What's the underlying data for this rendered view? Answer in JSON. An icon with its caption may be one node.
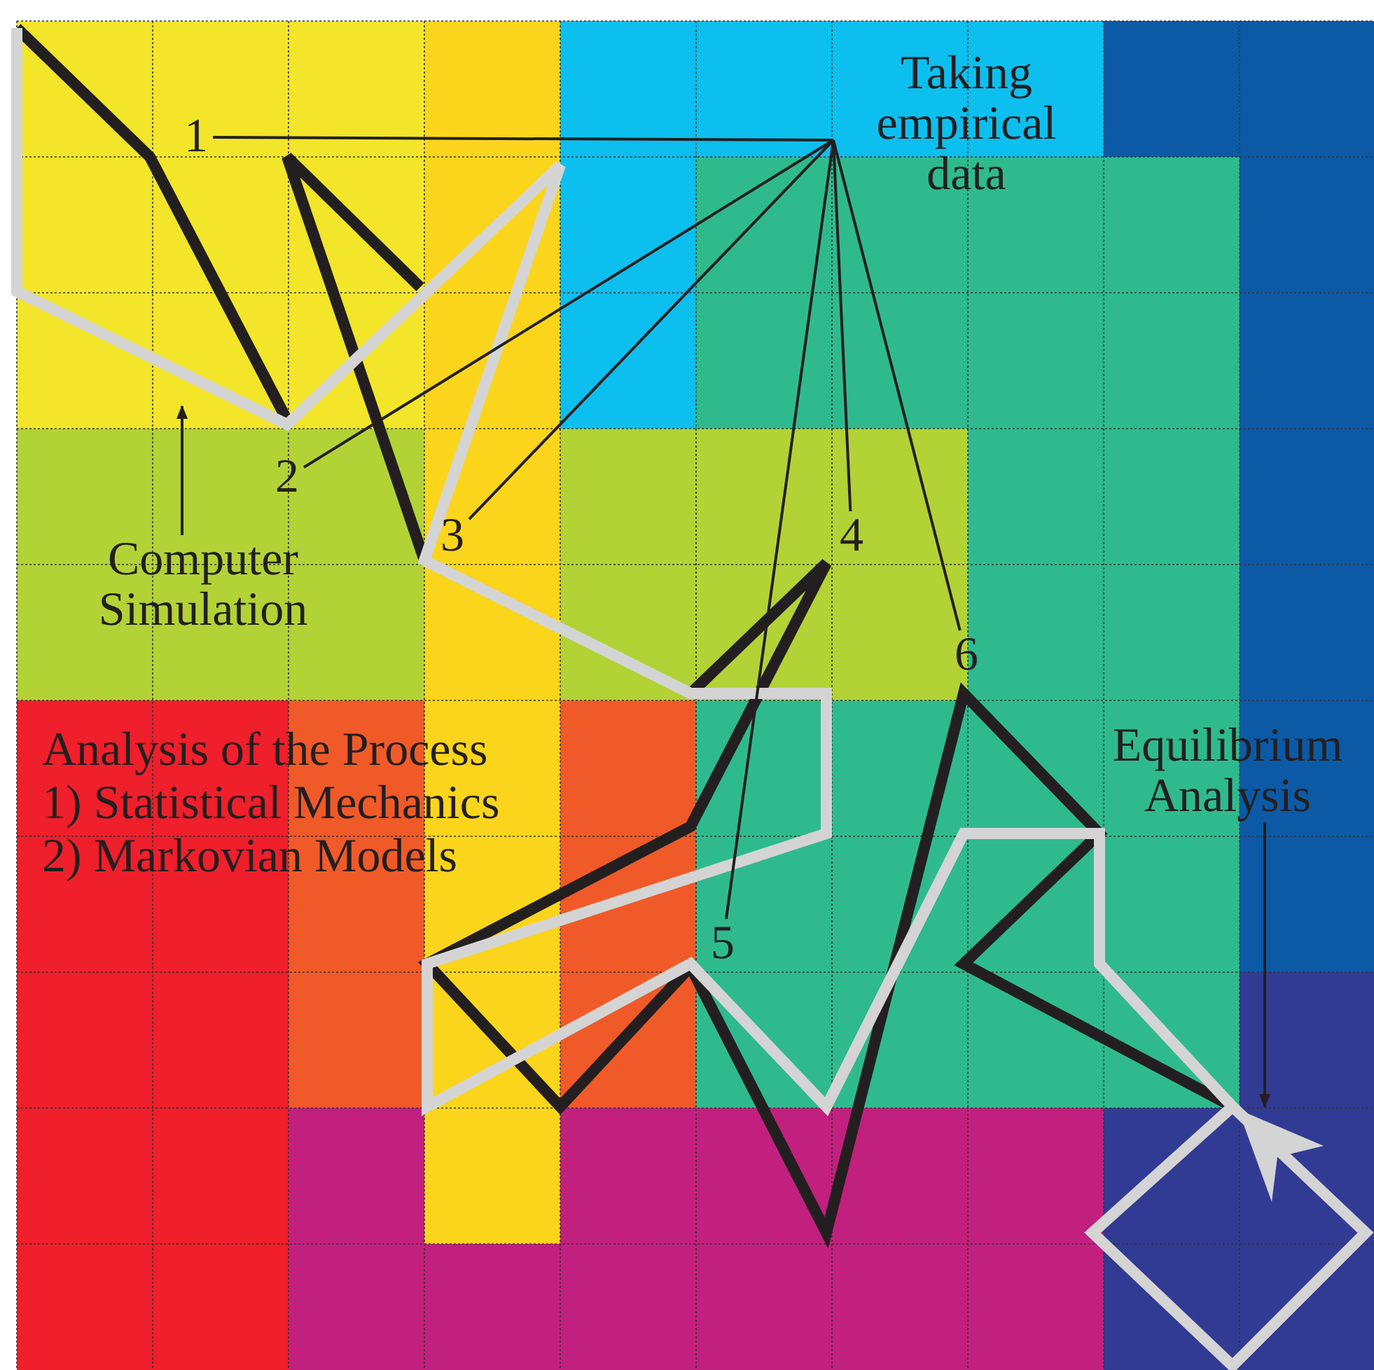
{
  "diagram": {
    "nodes": [
      {
        "text": [
          "Taking empirical data"
        ]
      },
      {
        "text": [
          "1"
        ]
      },
      {
        "text": [
          "2"
        ]
      },
      {
        "text": [
          "3"
        ]
      },
      {
        "text": [
          "4"
        ]
      },
      {
        "text": [
          "5"
        ]
      },
      {
        "text": [
          "6"
        ]
      },
      {
        "text": [
          "Computer Simulation"
        ]
      },
      {
        "text": [
          "Equilibrium Analysis"
        ]
      }
    ],
    "edges": [
      {
        "from": 0,
        "to": 1,
        "arrow": "none"
      },
      {
        "from": 0,
        "to": 2,
        "arrow": "none"
      },
      {
        "from": 0,
        "to": 3,
        "arrow": "none"
      },
      {
        "from": 0,
        "to": 4,
        "arrow": "none"
      },
      {
        "from": 0,
        "to": 5,
        "arrow": "none"
      },
      {
        "from": 0,
        "to": 6,
        "arrow": "none"
      },
      {
        "from": 7,
        "to": null,
        "arrow": "to"
      },
      {
        "from": 8,
        "to": null,
        "arrow": "to"
      }
    ],
    "labels": [
      "Analysis of the Process",
      "1) Statistical Mechanics",
      "2) Markovian Models"
    ]
  }
}
